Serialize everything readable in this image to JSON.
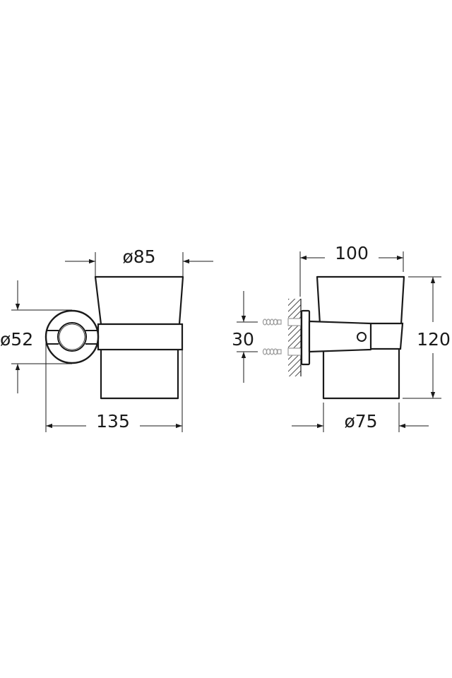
{
  "drawing": {
    "title": "Toothbrush holder technical drawing",
    "line_color": "#1a1a1a",
    "background": "#ffffff",
    "front_view": {
      "cup_diameter_label": "ø85",
      "rosette_diameter_label": "ø52",
      "depth_label": "135"
    },
    "side_view": {
      "projection_label": "100",
      "height_label": "120",
      "screw_spacing_label": "30",
      "base_diameter_label": "ø75"
    }
  }
}
